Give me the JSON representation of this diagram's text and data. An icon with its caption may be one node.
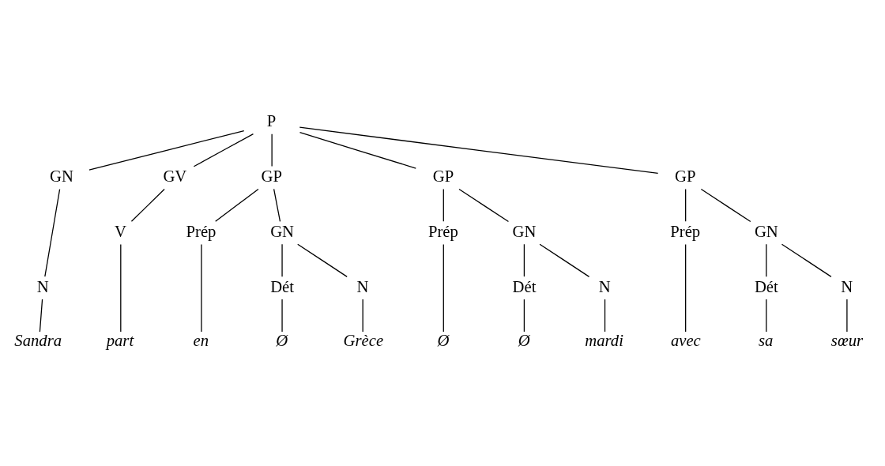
{
  "diagram": {
    "nodes": [
      {
        "text": [
          "P"
        ]
      },
      {
        "text": [
          "GN"
        ]
      },
      {
        "text": [
          "GV"
        ]
      },
      {
        "text": [
          "GP"
        ]
      },
      {
        "text": [
          "GP"
        ]
      },
      {
        "text": [
          "GP"
        ]
      },
      {
        "text": [
          "N"
        ]
      },
      {
        "text": [
          "V"
        ]
      },
      {
        "text": [
          "Prép"
        ]
      },
      {
        "text": [
          "GN"
        ]
      },
      {
        "text": [
          "Prép"
        ]
      },
      {
        "text": [
          "GN"
        ]
      },
      {
        "text": [
          "Prép"
        ]
      },
      {
        "text": [
          "GN"
        ]
      },
      {
        "text": [
          "Dét"
        ]
      },
      {
        "text": [
          "N"
        ]
      },
      {
        "text": [
          "Dét"
        ]
      },
      {
        "text": [
          "N"
        ]
      },
      {
        "text": [
          "Dét"
        ]
      },
      {
        "text": [
          "N"
        ]
      },
      {
        "text": [
          "Sandra"
        ]
      },
      {
        "text": [
          "part"
        ]
      },
      {
        "text": [
          "en"
        ]
      },
      {
        "text": [
          "Ø"
        ]
      },
      {
        "text": [
          "Grèce"
        ]
      },
      {
        "text": [
          "Ø"
        ]
      },
      {
        "text": [
          "Ø"
        ]
      },
      {
        "text": [
          "mardi"
        ]
      },
      {
        "text": [
          "avec"
        ]
      },
      {
        "text": [
          "sa"
        ]
      },
      {
        "text": [
          "sœur"
        ]
      }
    ],
    "edges": [
      {
        "from": 0,
        "to": 1,
        "arrow": "none"
      },
      {
        "from": 0,
        "to": 2,
        "arrow": "none"
      },
      {
        "from": 0,
        "to": 3,
        "arrow": "none"
      },
      {
        "from": 0,
        "to": 4,
        "arrow": "none"
      },
      {
        "from": 0,
        "to": 5,
        "arrow": "none"
      },
      {
        "from": 1,
        "to": 6,
        "arrow": "none"
      },
      {
        "from": 2,
        "to": 7,
        "arrow": "none"
      },
      {
        "from": 3,
        "to": 8,
        "arrow": "none"
      },
      {
        "from": 3,
        "to": 9,
        "arrow": "none"
      },
      {
        "from": 4,
        "to": 10,
        "arrow": "none"
      },
      {
        "from": 4,
        "to": 11,
        "arrow": "none"
      },
      {
        "from": 5,
        "to": 12,
        "arrow": "none"
      },
      {
        "from": 5,
        "to": 13,
        "arrow": "none"
      },
      {
        "from": 9,
        "to": 14,
        "arrow": "none"
      },
      {
        "from": 9,
        "to": 15,
        "arrow": "none"
      },
      {
        "from": 11,
        "to": 16,
        "arrow": "none"
      },
      {
        "from": 11,
        "to": 17,
        "arrow": "none"
      },
      {
        "from": 13,
        "to": 18,
        "arrow": "none"
      },
      {
        "from": 13,
        "to": 19,
        "arrow": "none"
      },
      {
        "from": 6,
        "to": 20,
        "arrow": "none"
      },
      {
        "from": 7,
        "to": 21,
        "arrow": "none"
      },
      {
        "from": 8,
        "to": 22,
        "arrow": "none"
      },
      {
        "from": 14,
        "to": 23,
        "arrow": "none"
      },
      {
        "from": 15,
        "to": 24,
        "arrow": "none"
      },
      {
        "from": 10,
        "to": 25,
        "arrow": "none"
      },
      {
        "from": 16,
        "to": 26,
        "arrow": "none"
      },
      {
        "from": 17,
        "to": 27,
        "arrow": "none"
      },
      {
        "from": 12,
        "to": 28,
        "arrow": "none"
      },
      {
        "from": 18,
        "to": 29,
        "arrow": "none"
      },
      {
        "from": 19,
        "to": 30,
        "arrow": "none"
      }
    ]
  }
}
